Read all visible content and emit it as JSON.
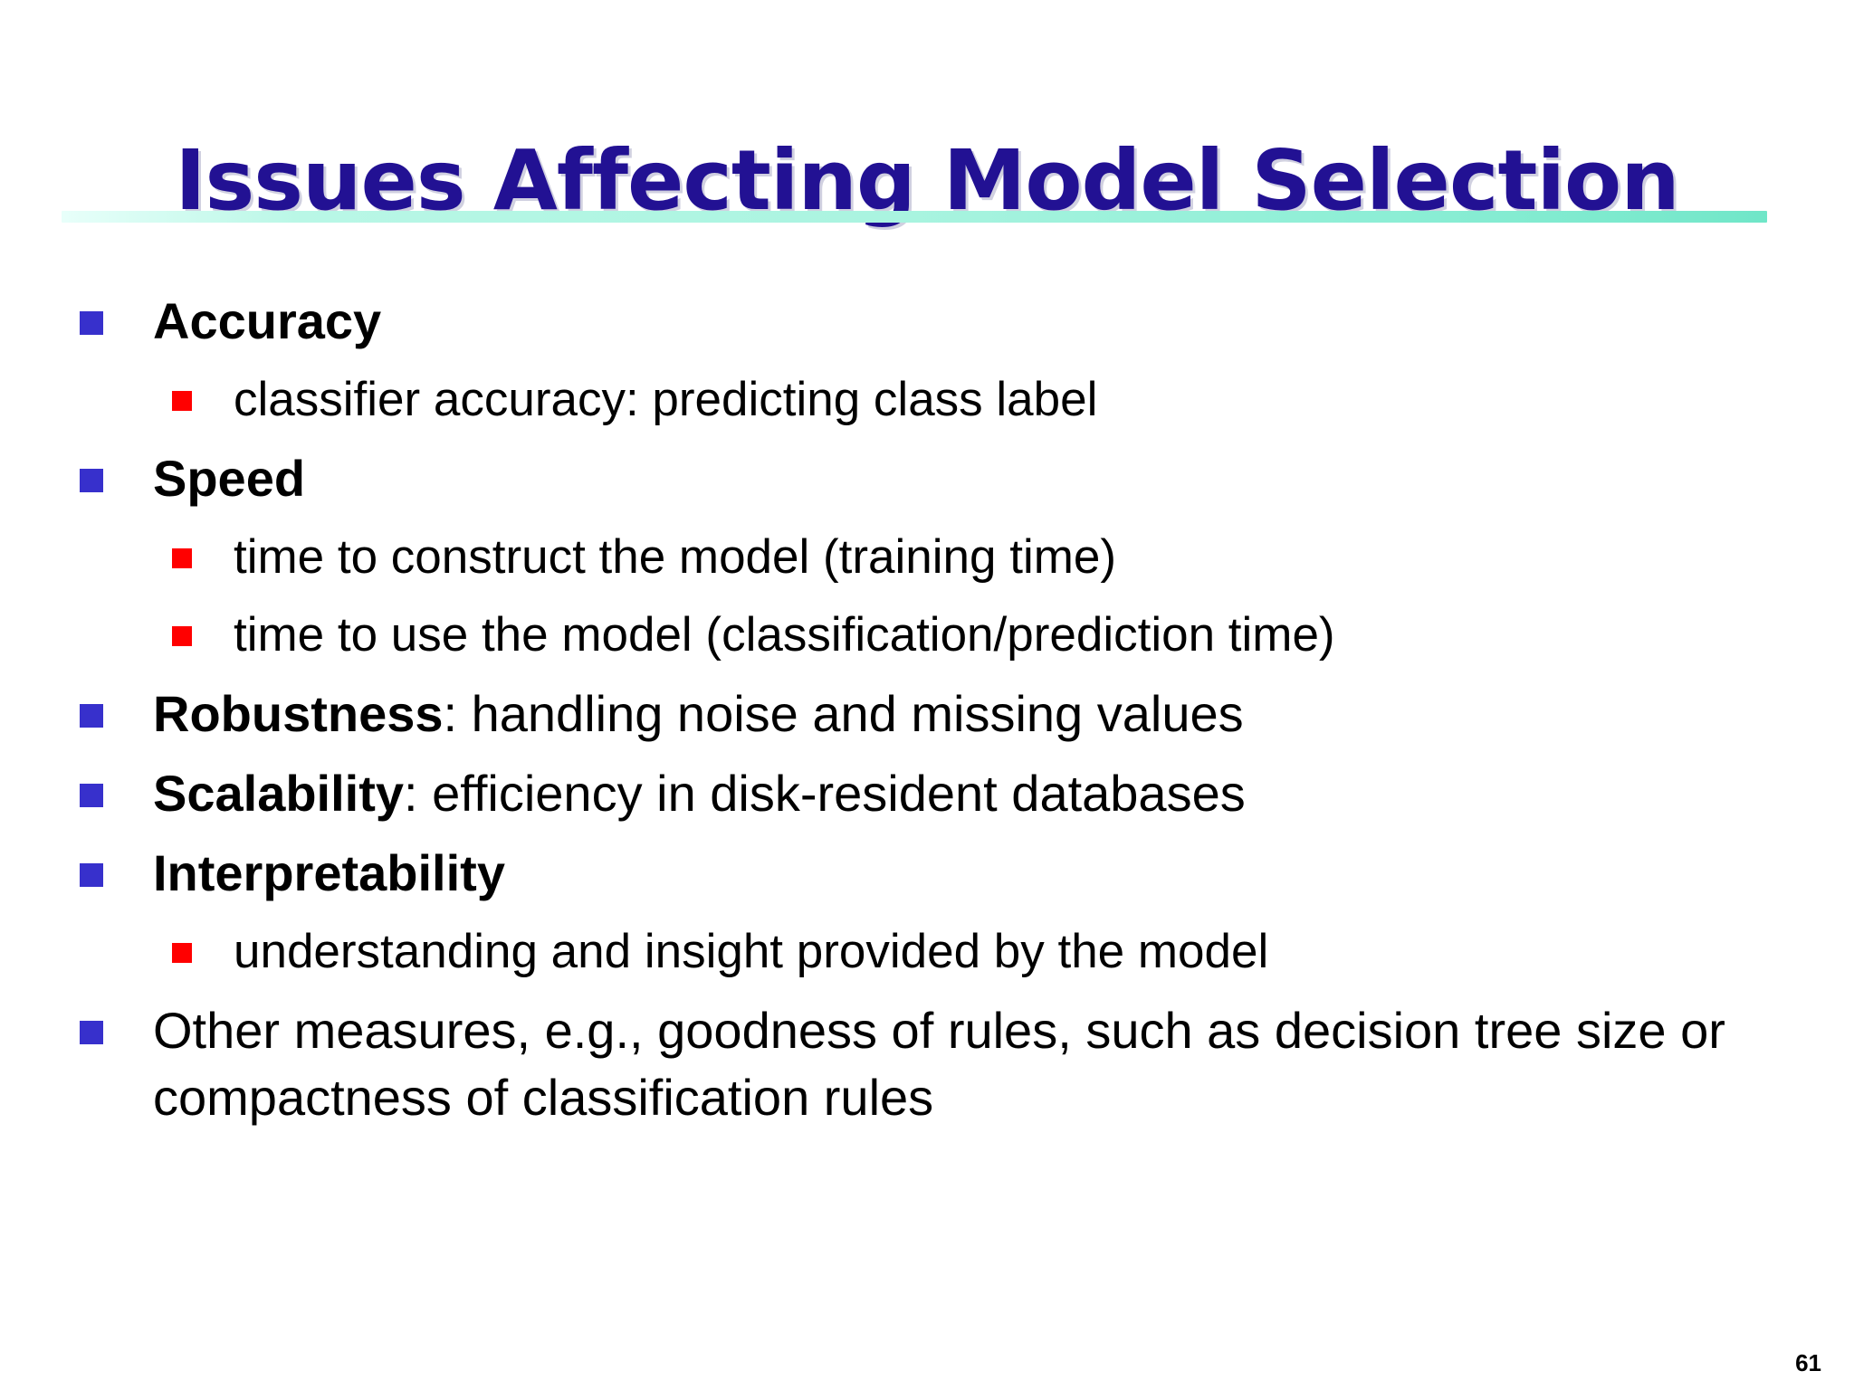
{
  "slide": {
    "title": "Issues Affecting Model Selection",
    "page_number": "61",
    "colors": {
      "title": "#221193",
      "rule_start": "#e8fffa",
      "rule_end": "#6fe6c8",
      "bullet_level1": "#3730cc",
      "bullet_level2": "#ff0000",
      "body_text": "#000000",
      "background": "#ffffff"
    }
  },
  "bullets": [
    {
      "level": 1,
      "bold_prefix": "Accuracy",
      "rest": ""
    },
    {
      "level": 2,
      "text": "classifier accuracy: predicting class label"
    },
    {
      "level": 1,
      "bold_prefix": "Speed",
      "rest": ""
    },
    {
      "level": 2,
      "text": "time to construct the model (training time)"
    },
    {
      "level": 2,
      "text": "time to use the model (classification/prediction time)"
    },
    {
      "level": 1,
      "bold_prefix": "Robustness",
      "rest": ": handling noise and missing values"
    },
    {
      "level": 1,
      "bold_prefix": "Scalability",
      "rest": ": efficiency in disk-resident databases"
    },
    {
      "level": 1,
      "bold_prefix": "Interpretability",
      "rest": ""
    },
    {
      "level": 2,
      "text": "understanding and insight provided by the model"
    },
    {
      "level": 1,
      "bold_prefix": "",
      "rest": "Other measures, e.g., goodness of rules, such as decision tree size or compactness of classification rules"
    }
  ]
}
